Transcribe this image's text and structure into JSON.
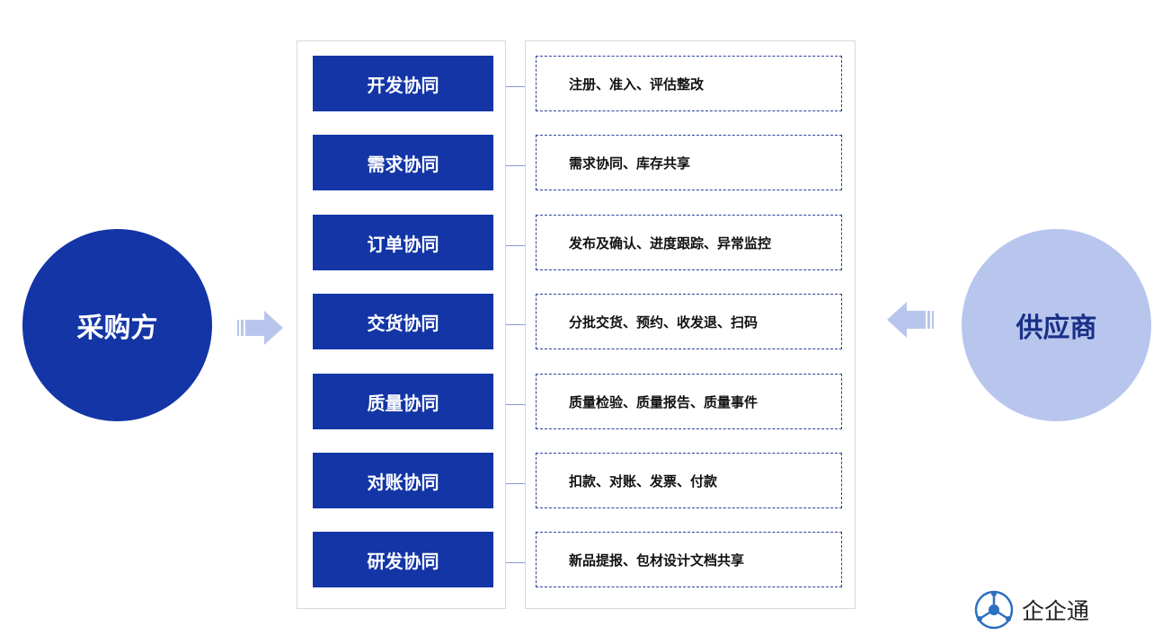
{
  "buyer": {
    "label": "采购方"
  },
  "supplier": {
    "label": "供应商"
  },
  "stages": [
    {
      "name": "开发协同",
      "detail": "注册、准入、评估整改"
    },
    {
      "name": "需求协同",
      "detail": "需求协同、库存共享"
    },
    {
      "name": "订单协同",
      "detail": "发布及确认、进度跟踪、异常监控"
    },
    {
      "name": "交货协同",
      "detail": "分批交货、预约、收发退、扫码"
    },
    {
      "name": "质量协同",
      "detail": "质量检验、质量报告、质量事件"
    },
    {
      "name": "对账协同",
      "detail": "扣款、对账、发票、付款"
    },
    {
      "name": "研发协同",
      "detail": "新品提报、包材设计文档共享"
    }
  ],
  "brand": {
    "name": "企企通",
    "icon": "qiqitong-logo-icon"
  },
  "colors": {
    "primary": "#1335a6",
    "supplier_fill": "#b8c6ee",
    "arrow": "#b8c6ee",
    "dashed_border": "#2a3f9a"
  }
}
